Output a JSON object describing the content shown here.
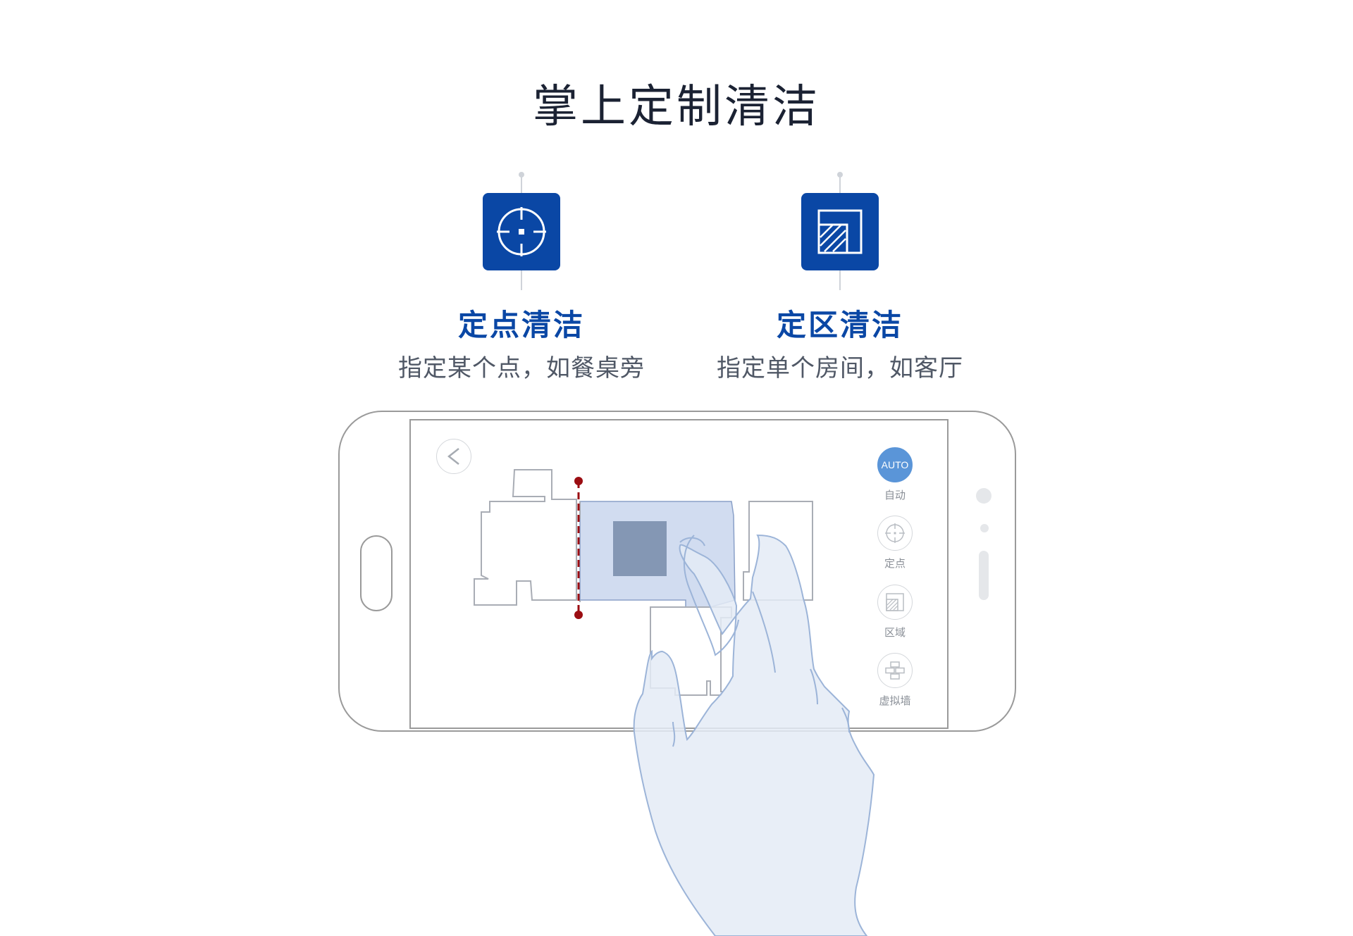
{
  "page": {
    "title": "掌上定制清洁"
  },
  "features": [
    {
      "icon": "crosshair-icon",
      "title": "定点清洁",
      "description": "指定某个点，如餐桌旁"
    },
    {
      "icon": "zone-hatch-icon",
      "title": "定区清洁",
      "description": "指定单个房间，如客厅"
    }
  ],
  "app": {
    "back_icon": "chevron-left-icon",
    "modes": [
      {
        "id": "auto",
        "badge": "AUTO",
        "label": "自动",
        "active": true
      },
      {
        "id": "spot",
        "icon": "crosshair-icon",
        "label": "定点",
        "active": false
      },
      {
        "id": "zone",
        "icon": "zone-hatch-icon",
        "label": "区域",
        "active": false
      },
      {
        "id": "wall",
        "icon": "virtual-wall-icon",
        "label": "虚拟墙",
        "active": false
      }
    ]
  },
  "colors": {
    "brand_blue": "#0a47a5",
    "mode_active": "#5a95d8",
    "zone_fill": "#d1dcf0",
    "spot_fill": "#8497b4",
    "virtual_wall": "#9b0d12",
    "hand_fill": "#e4ebf6",
    "hand_stroke": "#9cb4d8"
  }
}
